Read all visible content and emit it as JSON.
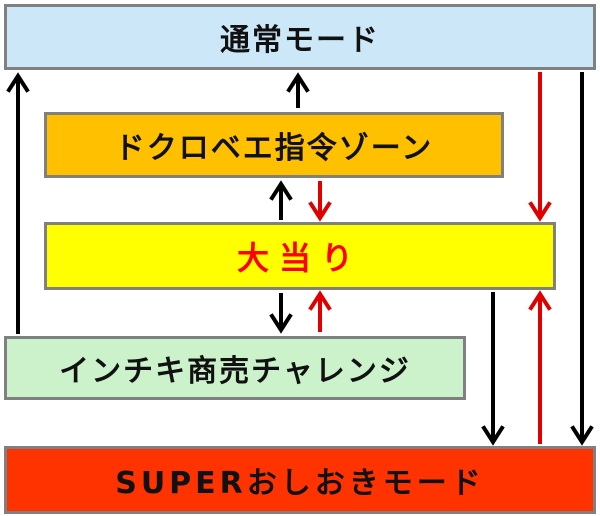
{
  "nodes": {
    "normal": {
      "label": "通常モード",
      "fill": "#cce8f8"
    },
    "dokuro": {
      "label": "ドクロベエ指令ゾーン",
      "fill": "#ffc000"
    },
    "jackpot": {
      "label": "大当り",
      "fill": "#ffff00",
      "text_color": "#ff0000"
    },
    "inchiki": {
      "label": "インチキ商売チャレンジ",
      "fill": "#ccf2cc"
    },
    "super": {
      "label": "SUPERおしおきモード",
      "fill": "#ff3300"
    }
  },
  "edges": [
    {
      "from": "inchiki",
      "to": "normal",
      "color": "#000000"
    },
    {
      "from": "dokuro",
      "to": "normal",
      "color": "#000000"
    },
    {
      "from": "jackpot",
      "to": "dokuro",
      "color": "#000000"
    },
    {
      "from": "dokuro",
      "to": "jackpot",
      "color": "#e00000"
    },
    {
      "from": "jackpot",
      "to": "inchiki",
      "color": "#000000"
    },
    {
      "from": "inchiki",
      "to": "jackpot",
      "color": "#e00000"
    },
    {
      "from": "normal",
      "to": "jackpot",
      "color": "#e00000"
    },
    {
      "from": "normal",
      "to": "super",
      "color": "#000000"
    },
    {
      "from": "jackpot",
      "to": "super",
      "color": "#000000"
    },
    {
      "from": "super",
      "to": "jackpot",
      "color": "#e00000"
    }
  ],
  "colors": {
    "border": "#808080",
    "arrow_black": "#000000",
    "arrow_red": "#e00000"
  }
}
